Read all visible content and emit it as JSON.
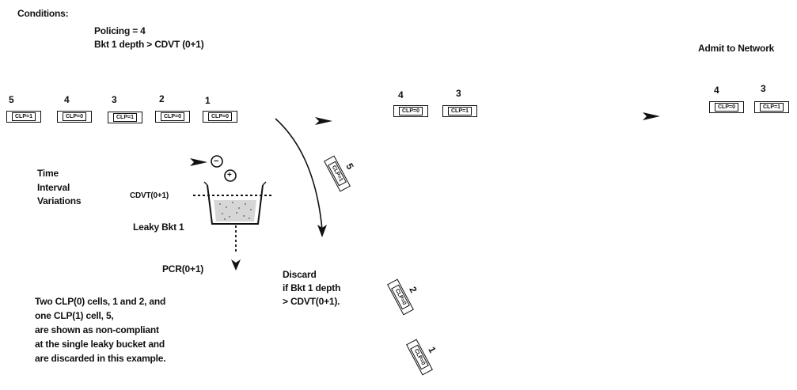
{
  "conditions": {
    "heading": "Conditions:",
    "policing": "Policing = 4",
    "depth": "Bkt 1 depth > CDVT (0+1)"
  },
  "admit_label": "Admit to Network",
  "queue": [
    {
      "num": "5",
      "label": "CLP=1"
    },
    {
      "num": "4",
      "label": "CLP=0"
    },
    {
      "num": "3",
      "label": "CLP=1"
    },
    {
      "num": "2",
      "label": "CLP=0"
    },
    {
      "num": "1",
      "label": "CLP=0"
    }
  ],
  "passed_middle": [
    {
      "num": "4",
      "label": "CLP=0"
    },
    {
      "num": "3",
      "label": "CLP=1"
    }
  ],
  "passed_right": [
    {
      "num": "4",
      "label": "CLP=0"
    },
    {
      "num": "3",
      "label": "CLP=1"
    }
  ],
  "discarded": [
    {
      "num": "5",
      "label": "CLP=1"
    },
    {
      "num": "2",
      "label": "CLP=0"
    },
    {
      "num": "1",
      "label": "CLP=0"
    }
  ],
  "time_label": [
    "Time",
    "Interval",
    "Variations"
  ],
  "cdvt_label": "CDVT(0+1)",
  "bucket_label": "Leaky Bkt 1",
  "pcr_label": "PCR(0+1)",
  "minus_symbol": "−",
  "plus_symbol": "+",
  "discard_text": [
    "Discard",
    "if Bkt 1 depth",
    "> CDVT(0+1)."
  ],
  "note_text": [
    "Two CLP(0) cells,  1 and  2, and",
    "one CLP(1) cell, 5,",
    "are shown as non-compliant",
    "at the single leaky bucket and",
    "are discarded in this example."
  ]
}
